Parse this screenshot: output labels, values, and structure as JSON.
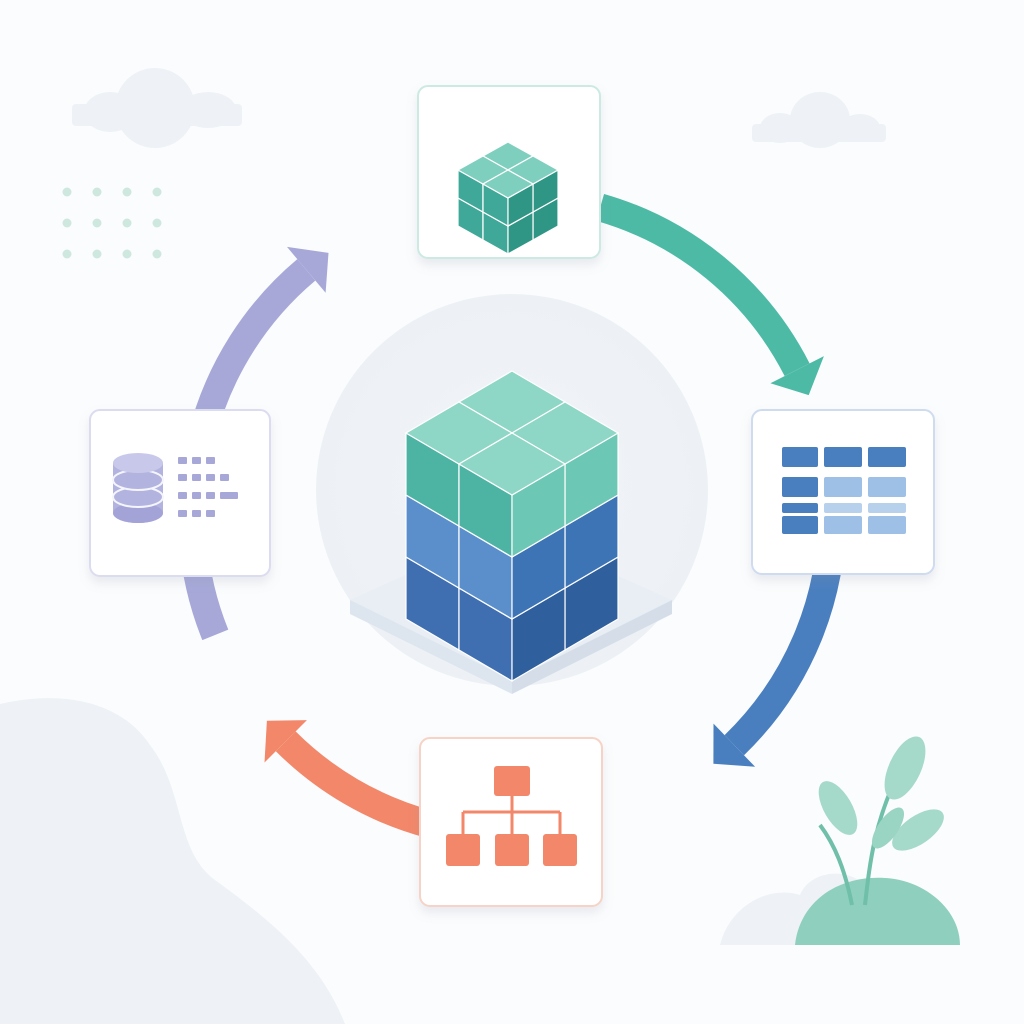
{
  "palette": {
    "background": "#fbfcfd",
    "teal": "#4dbaa6",
    "blue": "#4a7fbf",
    "coral": "#f2876a",
    "lavender": "#a7a8d8",
    "cloud": "#eef1f6",
    "plant": "#8ed0bd"
  },
  "icons": {
    "center": "data-cube-icon",
    "top": "cube-icon",
    "right": "table-icon",
    "bottom": "hierarchy-icon",
    "left": "database-icon"
  },
  "cycle": {
    "direction": "clockwise",
    "nodes": [
      "cube-card",
      "table-card",
      "hierarchy-card",
      "database-card"
    ],
    "arcs": [
      {
        "from": "cube-card",
        "to": "table-card",
        "color": "#4dbaa6"
      },
      {
        "from": "table-card",
        "to": "hierarchy-card",
        "color": "#4a7fbf"
      },
      {
        "from": "hierarchy-card",
        "to": "database-card",
        "color": "#f2876a"
      },
      {
        "from": "database-card",
        "to": "cube-card",
        "color": "#a7a8d8"
      }
    ]
  }
}
